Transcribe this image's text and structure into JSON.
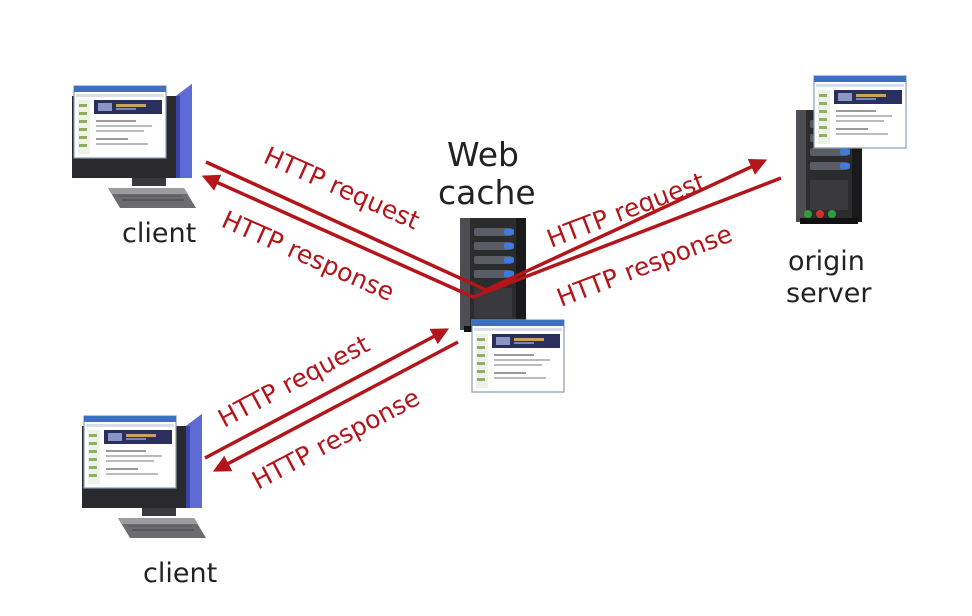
{
  "nodes": {
    "client_top": {
      "label": "client"
    },
    "client_bottom": {
      "label": "client"
    },
    "web_cache": {
      "label_line1": "Web",
      "label_line2": "cache"
    },
    "origin_server": {
      "label_line1": "origin",
      "label_line2": "server"
    }
  },
  "messages": {
    "client_top_request": "HTTP request",
    "client_top_response": "HTTP response",
    "client_bottom_request": "HTTP request",
    "client_bottom_response": "HTTP response",
    "origin_request": "HTTP request",
    "origin_response": "HTTP response"
  },
  "colors": {
    "arrow": "#b3151b",
    "text": "#222222"
  },
  "icons": {
    "client": "desktop-computer-icon",
    "server": "server-tower-icon",
    "page": "web-page-icon"
  }
}
